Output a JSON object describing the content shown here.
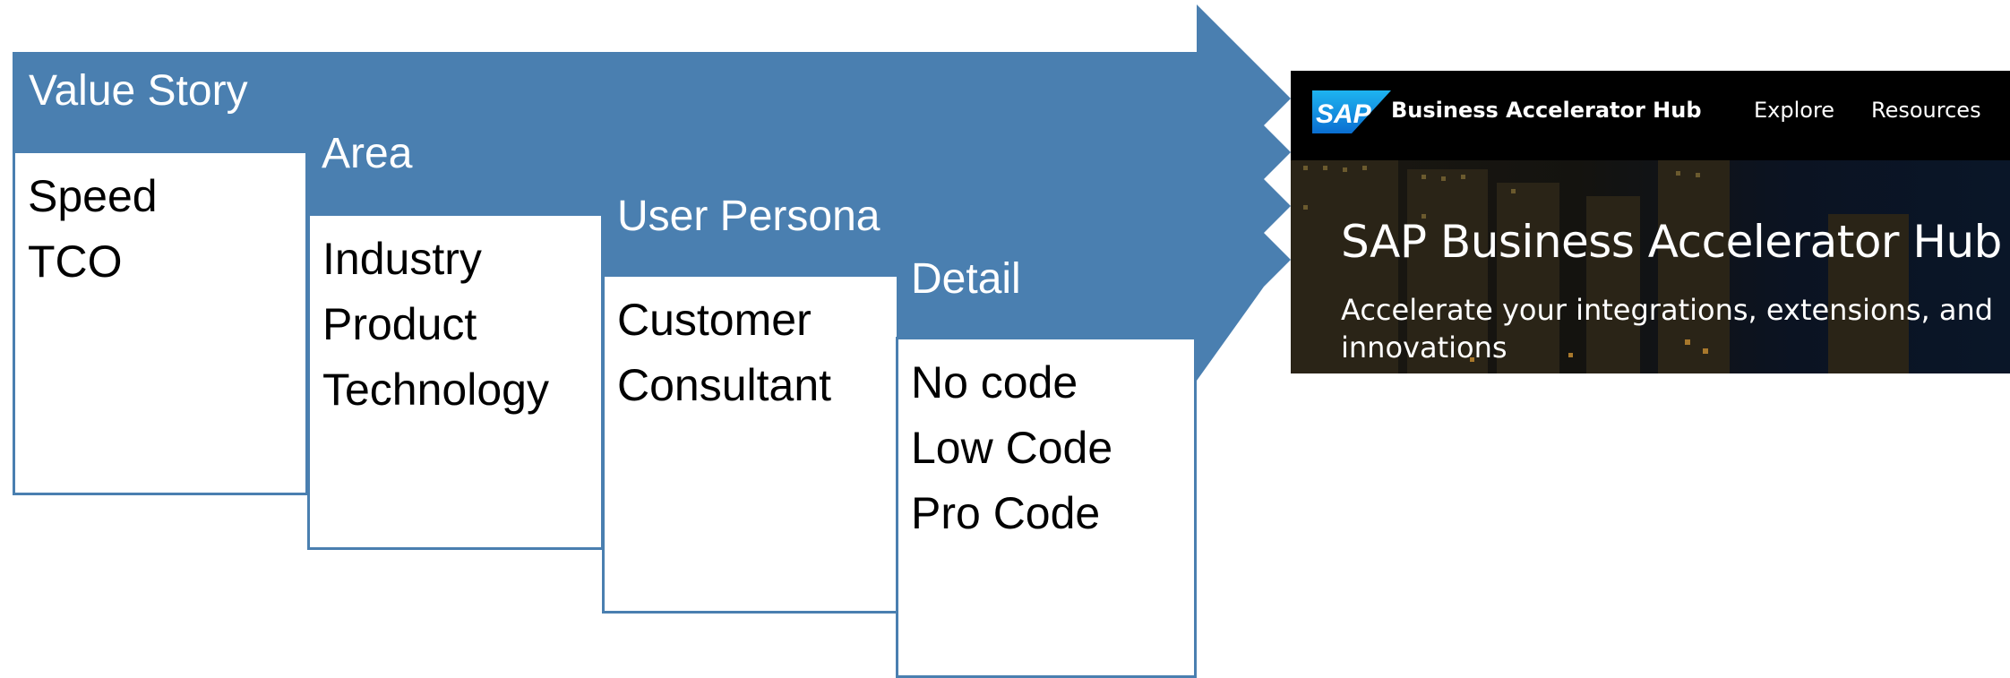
{
  "colors": {
    "arrow_fill": "#4a7fb0",
    "box_border": "#4a7fb0",
    "header_text": "#ffffff",
    "item_text": "#000000"
  },
  "flow": {
    "steps": [
      {
        "title": "Value Story",
        "items": [
          "Speed",
          "TCO"
        ]
      },
      {
        "title": "Area",
        "items": [
          "Industry",
          "Product",
          "Technology"
        ]
      },
      {
        "title": "User Persona",
        "items": [
          "Customer",
          "Consultant"
        ]
      },
      {
        "title": "Detail",
        "items": [
          "No code",
          "Low Code",
          "Pro Code"
        ]
      }
    ]
  },
  "sap": {
    "logo_text": "SAP",
    "brand": "Business Accelerator Hub",
    "nav": [
      "Explore",
      "Resources"
    ],
    "hero_title": "SAP Business Accelerator Hub",
    "hero_subtitle": "Accelerate your integrations, extensions, and innovations"
  }
}
